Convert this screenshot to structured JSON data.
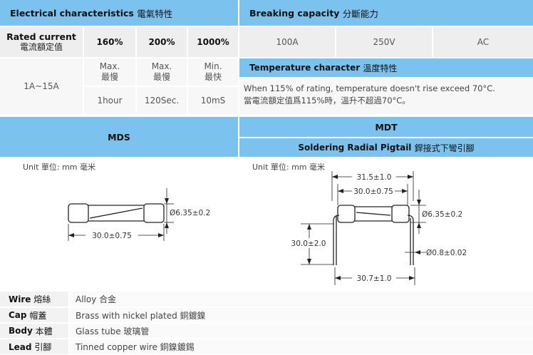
{
  "electrical": {
    "title": "Electrical characteristics",
    "title_cjk": "電氣特性",
    "rated_current_label": "Rated current",
    "rated_current_cjk": "電流額定值",
    "columns": [
      "160%",
      "200%",
      "1000%"
    ],
    "row_range": "1A~15A",
    "row1": [
      "Max.\n最慢",
      "Max.\n最慢",
      "Min.\n最快"
    ],
    "row2": [
      "1hour",
      "120Sec.",
      "10mS"
    ]
  },
  "breaking": {
    "title": "Breaking capacity",
    "title_cjk": "分斷能力",
    "values": [
      "100A",
      "250V",
      "AC"
    ]
  },
  "temperature": {
    "title": "Temperature character",
    "title_cjk": "溫度特性",
    "line1": "When 115% of rating, temperature doesn't rise exceed 70°C.",
    "line2": "當電流額定值爲115%時，溫升不超過70°C。"
  },
  "mds": {
    "title": "MDS",
    "unit": "Unit 單位: mm 毫米",
    "dim_diameter": "Ø6.35±0.2",
    "dim_length": "30.0±0.75"
  },
  "mdt": {
    "title": "MDT",
    "subtitle": "Soldering Radial Pigtail",
    "subtitle_cjk": "銲接式下彎引腳",
    "unit": "Unit 單位: mm 毫米",
    "dim_overall": "31.5±1.0",
    "dim_body": "30.0±0.75",
    "dim_diameter": "Ø6.35±0.2",
    "dim_lead_len": "30.0±2.0",
    "dim_lead_dia": "Ø0.8±0.02",
    "dim_pitch": "30.7±1.0"
  },
  "materials": [
    {
      "label": "Wire",
      "label_cjk": "熔絲",
      "value": "Alloy 合金"
    },
    {
      "label": "Cap",
      "label_cjk": "帽蓋",
      "value": "Brass with nickel plated 銅鍍鎳"
    },
    {
      "label": "Body",
      "label_cjk": "本體",
      "value": "Glass tube 玻璃管"
    },
    {
      "label": "Lead",
      "label_cjk": "引腳",
      "value": "Tinned copper wire 銅鎳鍍錫"
    }
  ],
  "colors": {
    "header": "#7cc2ee",
    "cell": "#eeeeee"
  }
}
